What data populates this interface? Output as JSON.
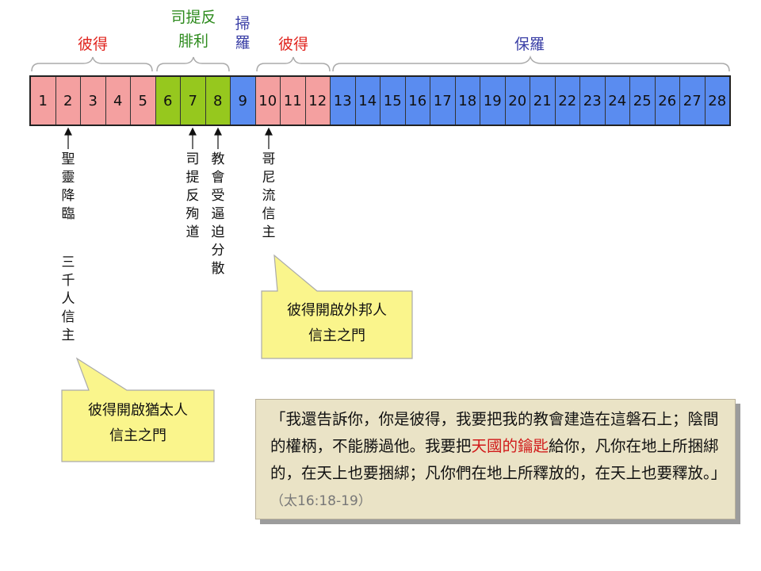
{
  "group_labels": {
    "peter_1": "彼得",
    "stephen_philip_line1": "司提反",
    "stephen_philip_line2": "腓利",
    "saul_line1": "掃",
    "saul_line2": "羅",
    "peter_2": "彼得",
    "paul": "保羅"
  },
  "chapters": [
    "1",
    "2",
    "3",
    "4",
    "5",
    "6",
    "7",
    "8",
    "9",
    "10",
    "11",
    "12",
    "13",
    "14",
    "15",
    "16",
    "17",
    "18",
    "19",
    "20",
    "21",
    "22",
    "23",
    "24",
    "25",
    "26",
    "27",
    "28"
  ],
  "colors": {
    "peter": "#f4a0a0",
    "stephen_philip": "#96c81e",
    "saul_paul": "#5a8cf0",
    "label_red": "#e0241e",
    "label_green": "#2e8b1e",
    "label_blue": "#3a3fa6",
    "callout_fill": "#faf58c",
    "quote_fill": "#eae3c6"
  },
  "events": {
    "ch2_a": "聖靈降臨",
    "ch2_b": "三千人信主",
    "ch7": "司提反殉道",
    "ch8": "教會受逼迫分散",
    "ch10": "哥尼流信主"
  },
  "callouts": {
    "gentiles_line1": "彼得開啟外邦人",
    "gentiles_line2": "信主之門",
    "jews_line1": "彼得開啟猶太人",
    "jews_line2": "信主之門"
  },
  "quote": {
    "part1": "「我還告訴你，你是彼得，我要把我的教會建造在這磐石上；陰間的權柄，不能勝過他。我要把",
    "highlight": "天國的鑰匙",
    "part2": "給你，凡你在地上所捆綁的，在天上也要捆綁；凡你們在地上所釋放的，在天上也要釋放。」",
    "reference": "（太16:18-19）"
  }
}
